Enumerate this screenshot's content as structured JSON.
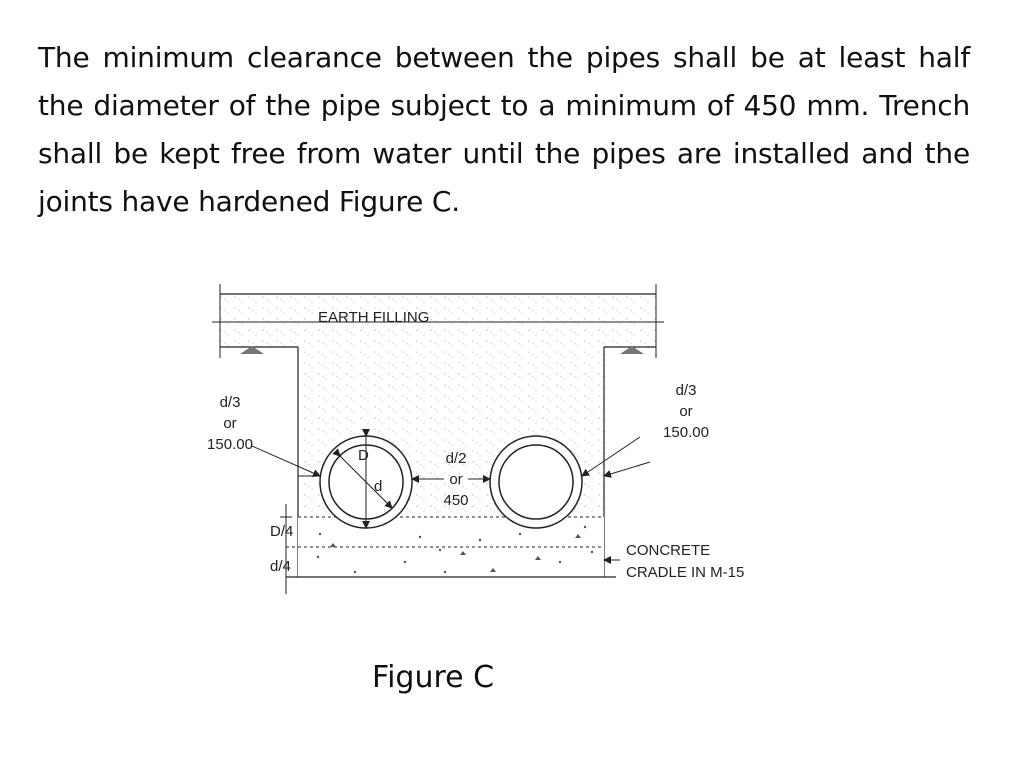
{
  "text": {
    "paragraph": "The minimum clearance between the pipes shall be at least half the diameter of the pipe subject to a minimum of 450 mm. Trench shall be kept free from water until the pipes are installed and the joints have hardened Figure C."
  },
  "figure": {
    "earth_filling": "EARTH FILLING",
    "left_clear": [
      "d/3",
      "or",
      "150.00"
    ],
    "right_clear": [
      "d/3",
      "or",
      "150.00"
    ],
    "pipe_gap": [
      "d/2",
      "or",
      "450"
    ],
    "D_label": "D",
    "d_label": "d",
    "D4_label": "D/4",
    "d4_label": "d/4",
    "concrete": [
      "CONCRETE",
      "CRADLE IN M-15"
    ],
    "caption": "Figure C"
  },
  "colors": {
    "line": "#222222",
    "fill_dots": "#c8c8c8"
  }
}
